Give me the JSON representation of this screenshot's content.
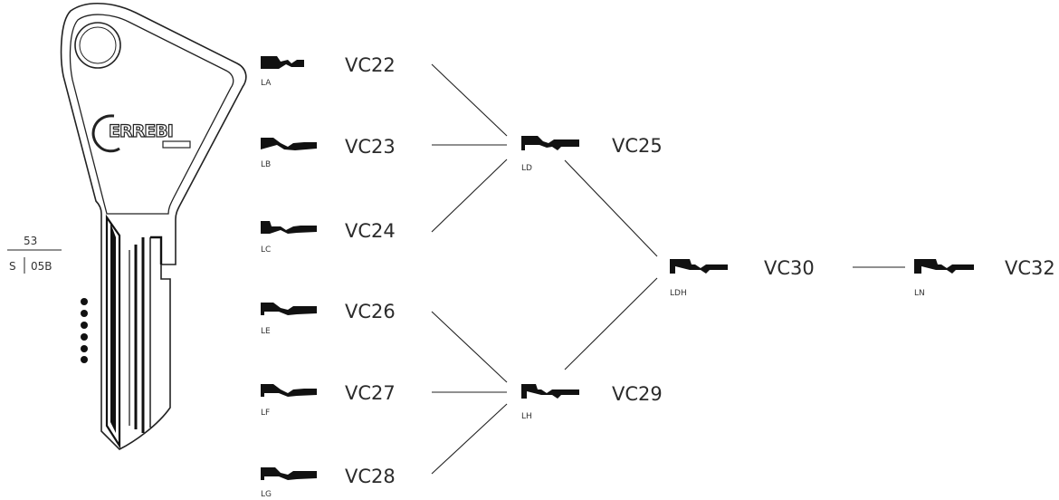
{
  "key": {
    "brand": "ERREBI",
    "spec_number": "53",
    "spec_side_left": "S",
    "spec_side_right": "05B"
  },
  "profiles": [
    {
      "id": "LA",
      "code": "VC22"
    },
    {
      "id": "LB",
      "code": "VC23"
    },
    {
      "id": "LC",
      "code": "VC24"
    },
    {
      "id": "LE",
      "code": "VC26"
    },
    {
      "id": "LF",
      "code": "VC27"
    },
    {
      "id": "LG",
      "code": "VC28"
    },
    {
      "id": "LD",
      "code": "VC25"
    },
    {
      "id": "LH",
      "code": "VC29"
    },
    {
      "id": "LDH",
      "code": "VC30"
    },
    {
      "id": "LN",
      "code": "VC32"
    }
  ],
  "connections": [
    [
      "VC22",
      "VC25"
    ],
    [
      "VC23",
      "VC25"
    ],
    [
      "VC24",
      "VC25"
    ],
    [
      "VC26",
      "VC29"
    ],
    [
      "VC27",
      "VC29"
    ],
    [
      "VC28",
      "VC29"
    ],
    [
      "VC25",
      "VC30"
    ],
    [
      "VC29",
      "VC30"
    ],
    [
      "VC30",
      "VC32"
    ]
  ]
}
